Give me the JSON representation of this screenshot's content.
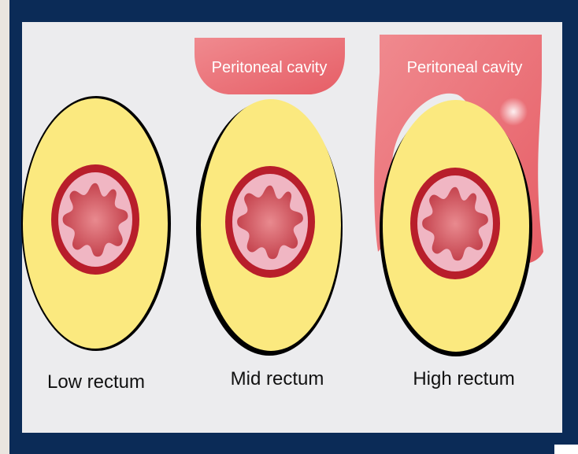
{
  "diagram": {
    "labels": {
      "low": "Low rectum",
      "mid": "Mid rectum",
      "high": "High rectum",
      "peritoneal_mid": "Peritoneal cavity",
      "peritoneal_high": "Peritoneal cavity"
    },
    "colors": {
      "frame": "#0b2b57",
      "background": "#ececee",
      "fat": "#fbe97f",
      "muscle_ring": "#b81e2b",
      "mucosa": "#f0b6c3",
      "lumen": "#c8464f",
      "peritoneum": "#ec6d73",
      "outline": "#000000"
    }
  }
}
